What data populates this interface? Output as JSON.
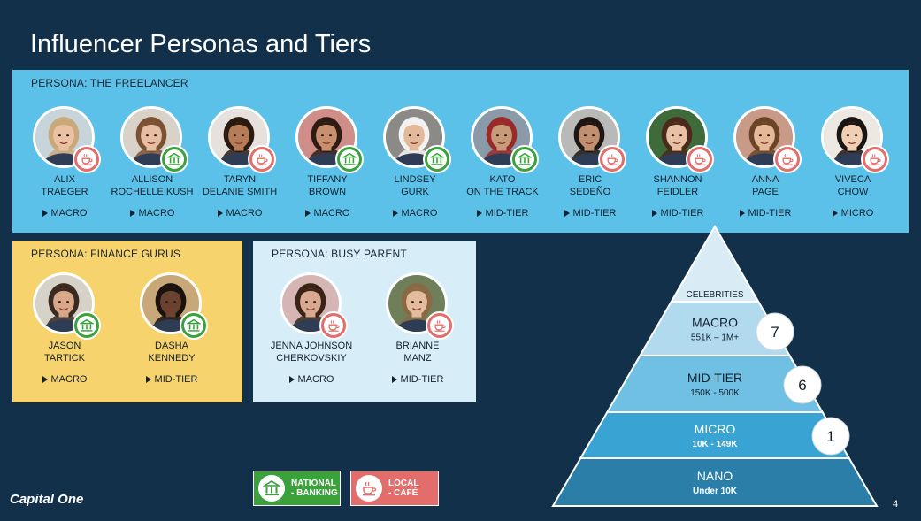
{
  "title": "Influencer Personas and Tiers",
  "colors": {
    "background": "#13304b",
    "freelancer_panel": "#5bc1e8",
    "finance_panel": "#f6d36d",
    "parent_panel": "#d7edf8",
    "bank_badge": "#3aa13b",
    "cafe_badge": "#e36d6a"
  },
  "freelancer": {
    "label": "PERSONA: THE FREELANCER",
    "people": [
      {
        "line1": "ALIX",
        "line2": "TRAEGER",
        "tier": "MACRO",
        "badge": "cafe-icon",
        "skin": "#e9c2a4",
        "hair": "#c9a87a",
        "bg": "#c9d4da"
      },
      {
        "line1": "ALLISON",
        "line2": "ROCHELLE KUSH",
        "tier": "MACRO",
        "badge": "bank-icon",
        "skin": "#e6bfa3",
        "hair": "#7a5233",
        "bg": "#d9d2c8"
      },
      {
        "line1": "TARYN",
        "line2": "DELANIE SMITH",
        "tier": "MACRO",
        "badge": "cafe-icon",
        "skin": "#b57c58",
        "hair": "#2b1a12",
        "bg": "#e6e1dc"
      },
      {
        "line1": "TIFFANY",
        "line2": "BROWN",
        "tier": "MACRO",
        "badge": "bank-icon",
        "skin": "#c8906e",
        "hair": "#2e1c14",
        "bg": "#cf8f88"
      },
      {
        "line1": "LINDSEY",
        "line2": "GURK",
        "tier": "MACRO",
        "badge": "bank-icon",
        "skin": "#e2b999",
        "hair": "#f2f2f2",
        "bg": "#8c8a86"
      },
      {
        "line1": "KATO",
        "line2": "ON THE TRACK",
        "tier": "MID-TIER",
        "badge": "bank-icon",
        "skin": "#c79a7a",
        "hair": "#9a2a2a",
        "bg": "#8a9aa8"
      },
      {
        "line1": "ERIC",
        "line2": "SEDEÑO",
        "tier": "MID-TIER",
        "badge": "cafe-icon",
        "skin": "#c19070",
        "hair": "#1e1612",
        "bg": "#b9b9b7"
      },
      {
        "line1": "SHANNON",
        "line2": "FEIDLER",
        "tier": "MID-TIER",
        "badge": "cafe-icon",
        "skin": "#e8c0a4",
        "hair": "#4a2a1a",
        "bg": "#3f6b3a"
      },
      {
        "line1": "ANNA",
        "line2": "PAGE",
        "tier": "MID-TIER",
        "badge": "cafe-icon",
        "skin": "#e4b898",
        "hair": "#6b4327",
        "bg": "#c99a88"
      },
      {
        "line1": "VIVECA",
        "line2": "CHOW",
        "tier": "MICRO",
        "badge": "cafe-icon",
        "skin": "#f0cfb4",
        "hair": "#1a1412",
        "bg": "#ece8e2"
      }
    ]
  },
  "finance": {
    "label": "PERSONA: FINANCE GURUS",
    "people": [
      {
        "line1": "JASON",
        "line2": "TARTICK",
        "tier": "MACRO",
        "badge": "bank-icon",
        "skin": "#d8a888",
        "hair": "#3a2a20",
        "bg": "#d6d2c8"
      },
      {
        "line1": "DASHA",
        "line2": "KENNEDY",
        "tier": "MID-TIER",
        "badge": "bank-icon",
        "skin": "#6a4230",
        "hair": "#1a120e",
        "bg": "#c8a878"
      }
    ]
  },
  "parent": {
    "label": "PERSONA: BUSY PARENT",
    "people": [
      {
        "line1": "JENNA JOHNSON",
        "line2": "CHERKOVSKIY",
        "tier": "MACRO",
        "badge": "cafe-icon",
        "skin": "#d8a890",
        "hair": "#3a2418",
        "bg": "#d6b6b4"
      },
      {
        "line1": "BRIANNE",
        "line2": "MANZ",
        "tier": "MID-TIER",
        "badge": "cafe-icon",
        "skin": "#e2bc9c",
        "hair": "#8a6a44",
        "bg": "#6f7f5a"
      }
    ]
  },
  "pyramid": {
    "levels": [
      {
        "name": "CELEBRITIES",
        "range": "",
        "count": ""
      },
      {
        "name": "MACRO",
        "range": "551K – 1M+",
        "count": "7"
      },
      {
        "name": "MID-TIER",
        "range": "150K - 500K",
        "count": "6"
      },
      {
        "name": "MICRO",
        "range": "10K - 149K",
        "count": "1"
      },
      {
        "name": "NANO",
        "range": "Under 10K",
        "count": ""
      }
    ]
  },
  "legend": {
    "national": {
      "line1": "NATIONAL",
      "line2": "- BANKING"
    },
    "local": {
      "line1": "LOCAL",
      "line2": "- CAFÉ"
    }
  },
  "logo": "Capital One",
  "page_number": "4"
}
